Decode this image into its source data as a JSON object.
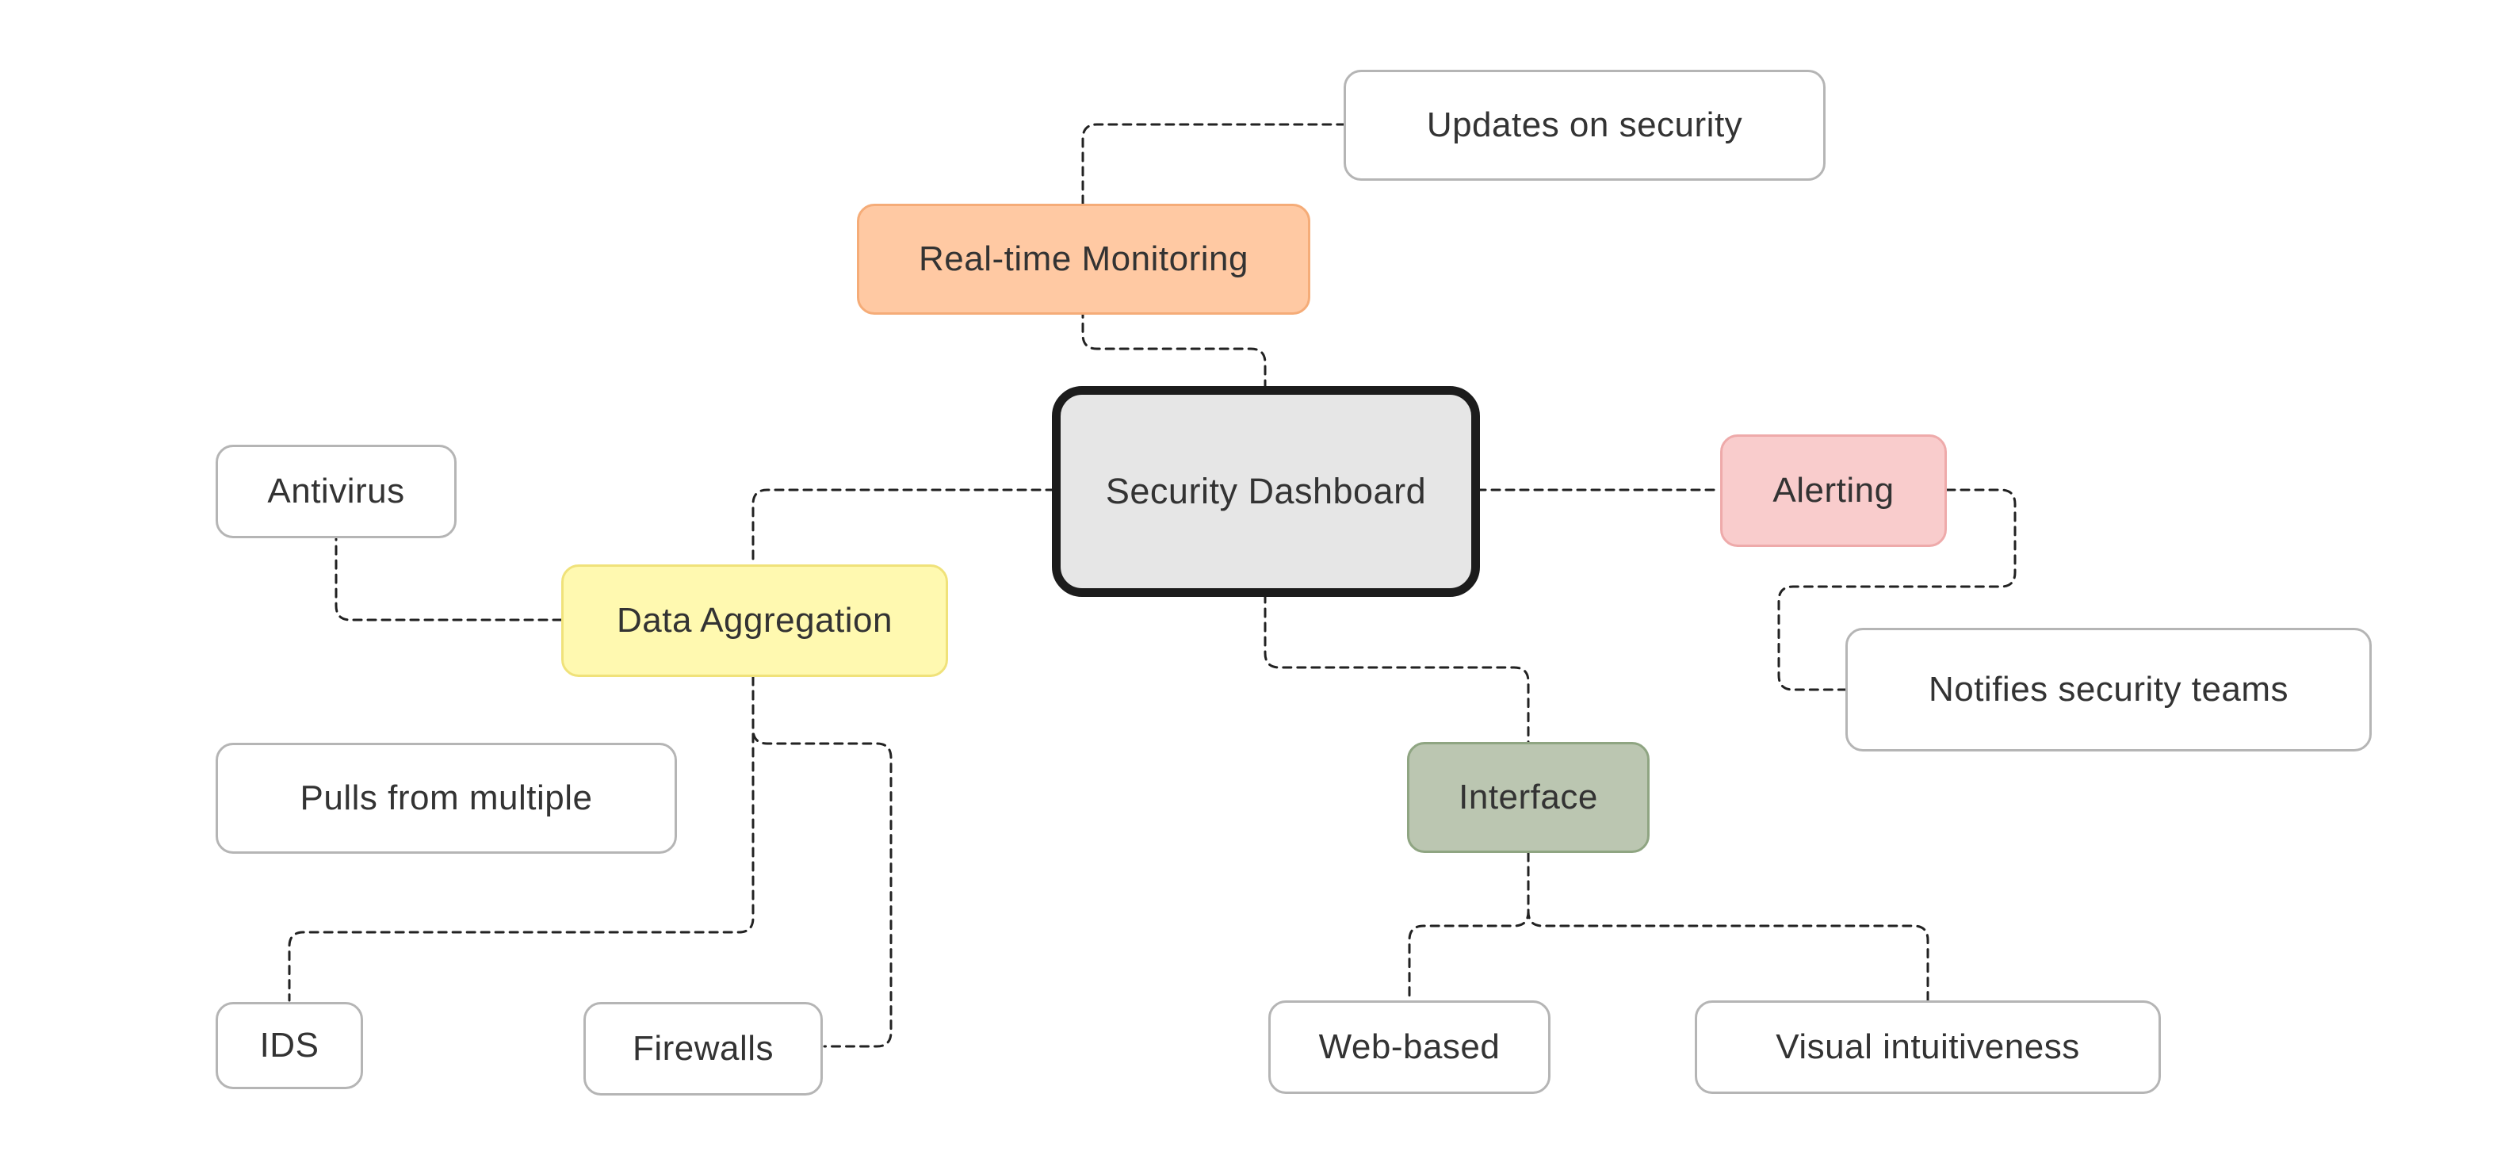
{
  "mindmap": {
    "central": {
      "label": "Security Dashboard",
      "fill": "#e6e6e6",
      "stroke": "#1c1c1c"
    },
    "branches": [
      {
        "key": "monitoring",
        "label": "Real-time Monitoring",
        "fill": "#ffc9a3",
        "children": [
          "Updates on security"
        ]
      },
      {
        "key": "aggregation",
        "label": "Data Aggregation",
        "fill": "#fff9b0",
        "children": [
          "Antivirus",
          "IDS",
          "Firewalls"
        ]
      },
      {
        "key": "alerting",
        "label": "Alerting",
        "fill": "#f9cccc",
        "children": [
          "Notifies security teams"
        ]
      },
      {
        "key": "interface",
        "label": "Interface",
        "fill": "#bbc6b1",
        "children": [
          "Web-based",
          "Visual intuitiveness"
        ]
      }
    ],
    "floating": [
      "Pulls from multiple"
    ]
  },
  "nodes": {
    "central": "Security Dashboard",
    "monitoring": "Real-time Monitoring",
    "updates": "Updates on security",
    "aggregation": "Data Aggregation",
    "antivirus": "Antivirus",
    "pulls": "Pulls from multiple",
    "ids": "IDS",
    "firewalls": "Firewalls",
    "alerting": "Alerting",
    "notifies": "Notifies security teams",
    "interface": "Interface",
    "web": "Web-based",
    "visual": "Visual intuitiveness"
  },
  "colors": {
    "connector": "#222222",
    "leaf_border": "#b5b5b5",
    "text": "#333333"
  }
}
